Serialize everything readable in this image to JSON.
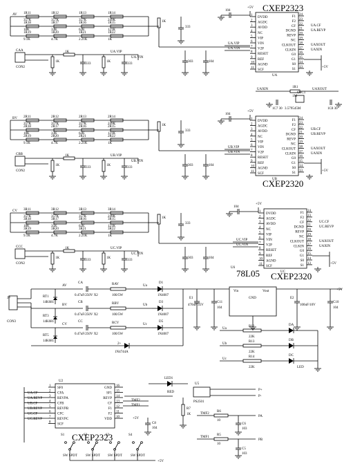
{
  "chips": {
    "ua": {
      "title": "CXEP2323",
      "ref": "UA"
    },
    "ub": {
      "title": "CXEP2320",
      "ref": "UB"
    },
    "uc": {
      "title": "CXEP2320",
      "ref": "UC"
    },
    "u2": {
      "title": "CXEP2323",
      "ref": "U2"
    },
    "u6": {
      "title": "78L05",
      "ref": "U6"
    }
  },
  "chip_pins": {
    "left": [
      "DVDD",
      "AGDC",
      "AVDD",
      "NC",
      "VIP",
      "VIN",
      "V2P",
      "RESET",
      "REF",
      "AGND",
      "SCF"
    ],
    "left_nums": [
      "1",
      "2",
      "3",
      "4",
      "5",
      "6",
      "7",
      "8",
      "9",
      "10",
      "11"
    ],
    "right": [
      "F1",
      "F2",
      "CF",
      "DGND",
      "REVP",
      "NC",
      "CLKOUT",
      "CLKIN",
      "G0",
      "G1",
      "S0",
      "S1"
    ],
    "right_nums": [
      "24",
      "23",
      "22",
      "21",
      "20",
      "19",
      "18",
      "17",
      "16",
      "15",
      "14",
      "13"
    ]
  },
  "nets": {
    "vcc": "+5V",
    "phase_a": {
      "input": "AV",
      "vip": "UA.VIP",
      "vin": "UA.VIN",
      "cf": "UA.CF",
      "revp": "UA.REVP",
      "aout": "UAXOUT",
      "ain": "UAXIN"
    },
    "phase_b": {
      "input": "BV",
      "vip": "UB.VIP",
      "vin": "UB.VIN",
      "cf": "UB.CF",
      "revp": "UB.REVP",
      "aout": "UAXOUT",
      "ain": "UAXIN"
    },
    "phase_c": {
      "input": "CV",
      "vip": "UC.VIP",
      "vin": "UC.VIN",
      "cf": "UC.CF",
      "revp": "UC.REVP",
      "aout": "UAXOUT",
      "ain": "UAXIN"
    }
  },
  "divider": {
    "phase_a": {
      "row1": [
        "1R11 357K",
        "1R12 357K",
        "1R13 357K",
        "1R14 249K"
      ],
      "row2": [
        "1R18 18K",
        "1R17 33K",
        "1R16 62K",
        "1R15 121K"
      ],
      "row3": [
        "1R19 9.1K",
        "1R20 4.7K",
        "1R21 2.21K",
        "1R22 1K"
      ]
    },
    "phase_b": {
      "row1": [
        "2R11 357K",
        "2R12 357K",
        "2R13 357K",
        "2R14 249K"
      ],
      "row2": [
        "2R18 18K",
        "2R17 33K",
        "2R16 62K",
        "2R15 121K"
      ],
      "row3": [
        "2R19 9.1K",
        "2R20 4.7K",
        "2R21 2.21K",
        "2R22 1K"
      ]
    },
    "phase_c": {
      "row1": [
        "3R11 357K",
        "3R12 357K",
        "3R13 357K",
        "3R14 249K"
      ],
      "row2": [
        "3R18 18K",
        "3R17 35K",
        "3R16 62K",
        "3R15 121K"
      ],
      "row3": [
        "3R19 9.1K",
        "3R20 4.7K",
        "3R21 2.21K",
        "3R22 1K"
      ]
    }
  },
  "connectors": {
    "caa": {
      "ref": "CAA",
      "part": "CON2"
    },
    "cbb": {
      "ref": "CBB",
      "part": "CON2"
    },
    "ccc": {
      "ref": "CCC",
      "part": "CON2"
    },
    "jp": {
      "ref": "JP",
      "part": "CON3"
    }
  },
  "crystal": {
    "ref": "1R1",
    "value": "1M",
    "osc": "OSC1",
    "freq": "3.579545M",
    "c1": "1C7 30",
    "c2": "1C8 30"
  },
  "power": {
    "caps_in": [
      "CA 0.47uF/250V X2",
      "CB 0.47uF/250V X2",
      "CC 0.47uF/250V X2"
    ],
    "res_drop": [
      "RAV 100/5W",
      "RBV 100/5W",
      "RCV 100/5W"
    ],
    "zeners": [
      "RT1 14K681",
      "RT3 14K681",
      "RT5 14K681"
    ],
    "diodes": [
      "D1 1N4007",
      "D3 1N4007",
      "D5 1N4007"
    ],
    "labels": [
      "Ua",
      "Ub",
      "Uc"
    ],
    "reg_pins": {
      "vin": "Vin",
      "vout": "Vout",
      "gnd": "GND"
    },
    "c_in": "470uF/35V",
    "c_out": "100uF/10V",
    "c_in_ref": "E1",
    "c_out_ref": "E2",
    "c11": "C11 104",
    "c10": "C10 104"
  },
  "leds": {
    "items": [
      "DA",
      "DB",
      "DC"
    ],
    "res": [
      "R12 22K",
      "R13 22K",
      "R14 22K"
    ],
    "led_label": "LED",
    "led1": "LED1",
    "red": "RED",
    "opto": {
      "ref": "U5",
      "part": "PS2501"
    },
    "outputs": [
      "P+",
      "P-",
      "PA",
      "PB"
    ],
    "tmf": [
      "TMF2",
      "TMF1"
    ],
    "r6": "R6 10",
    "r5": "R5 10",
    "c6": "C6 103",
    "c5": "C5 103",
    "r7": "R7 1K"
  },
  "u2_pins": {
    "left": [
      "SF0",
      "CFA",
      "REVPA",
      "CFB",
      "REVPB",
      "CFC",
      "REVPC",
      "SCF"
    ],
    "left_nets": [
      "UA.CF",
      "UA.REVP",
      "UB.CF",
      "UB.REVP",
      "UC.CF",
      "UC.REVP"
    ],
    "left_nums": [
      "1",
      "2",
      "3",
      "4",
      "5",
      "6",
      "7",
      "8"
    ],
    "right": [
      "GND",
      "SF1",
      "REVP",
      "CF",
      "F1",
      "F2",
      "VDD"
    ],
    "right_nums": [
      "16",
      "15",
      "14",
      "13",
      "12",
      "11",
      "10",
      "9"
    ]
  },
  "switches": [
    "S1 SW SPDT",
    "S2 SW SPDT",
    "S3 SW SPDT",
    "S4 SW SPDT"
  ]
}
